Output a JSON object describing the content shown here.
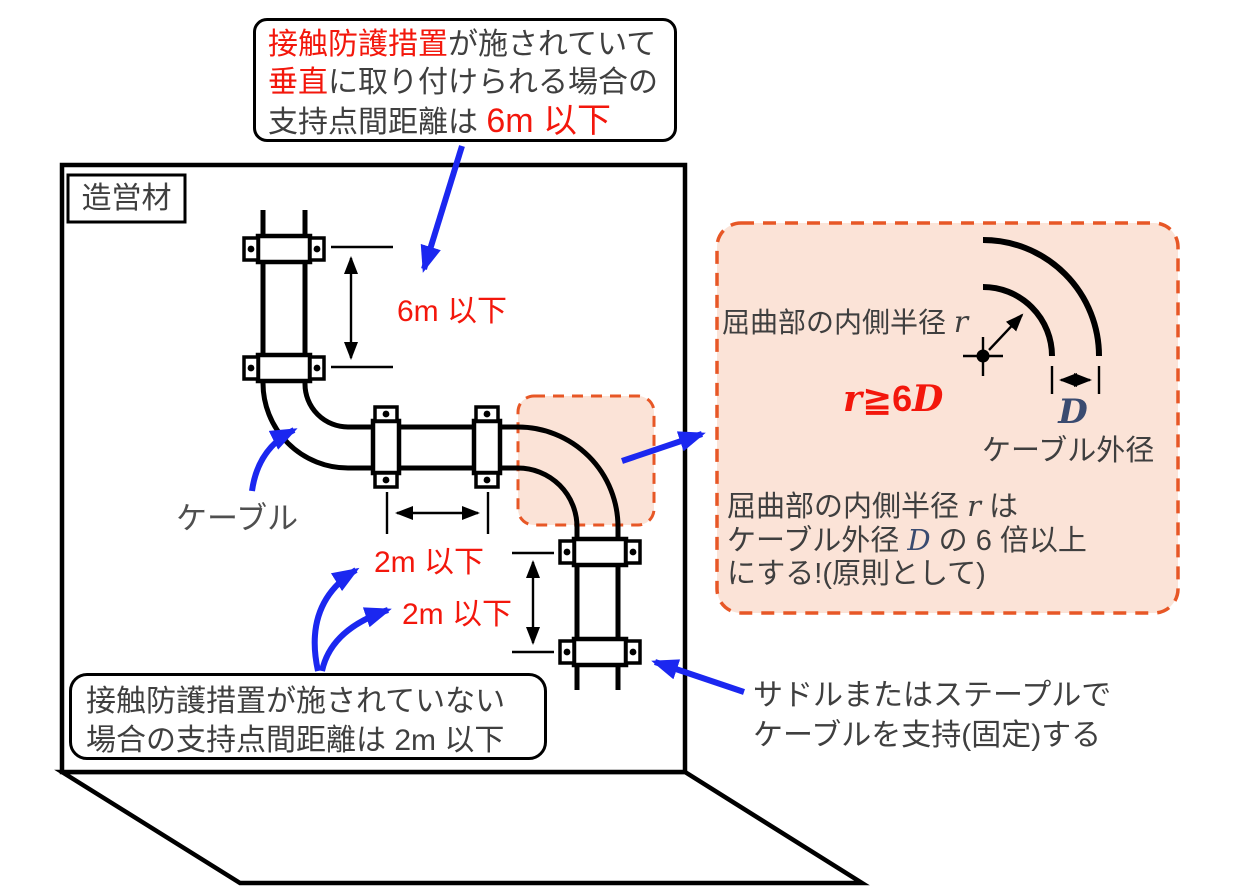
{
  "colors": {
    "accent_blue": "#1b27f0",
    "accent_red": "#f3170c",
    "box_orange": "#e75726",
    "box_pink": "#fbe3d7",
    "text_dark": "#3f3f3f",
    "math_navy": "#3a4b70"
  },
  "wall": {
    "label": "造営材"
  },
  "callout_top": {
    "line1_red": "接触防護措置",
    "line1_rest": "が施されていて",
    "line2_red": "垂直",
    "line2_rest": "に取り付けられる場合の",
    "line3_pre": "支持点間距離は ",
    "line3_red": "6m 以下"
  },
  "measurements": {
    "vertical_6m": "6m 以下",
    "horizontal_2m": "2m 以下",
    "vertical_2m": "2m 以下"
  },
  "cable_label": "ケーブル",
  "callout_bottom": {
    "line1": "接触防護措置が施されていない",
    "line2": "場合の支持点間距離は 2m 以下"
  },
  "saddle_note": {
    "line1": "サドルまたはステープルで",
    "line2": "ケーブルを支持(固定)する"
  },
  "bend_box": {
    "radius_label_pre": "屈曲部の内側半径 ",
    "radius_label_var": "r",
    "formula_var1": "r",
    "formula_rel": "≧6",
    "formula_var2": "D",
    "diameter_var": "D",
    "diameter_caption": "ケーブル外径",
    "note1_pre": "屈曲部の内側半径 ",
    "note1_var": "r",
    "note1_post": " は",
    "note2_pre": "ケーブル外径 ",
    "note2_var": "D",
    "note2_post": " の 6 倍以上",
    "note3": "にする!(原則として)"
  }
}
